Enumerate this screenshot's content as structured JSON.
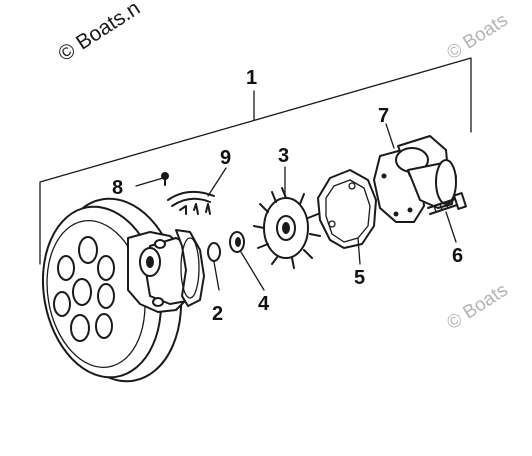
{
  "watermarks": {
    "top_left": "© Boats.n",
    "top_right": "© Boats",
    "bottom_right": "© Boats"
  },
  "callouts": {
    "c1": "1",
    "c2": "2",
    "c3": "3",
    "c4": "4",
    "c5": "5",
    "c6": "6",
    "c7": "7",
    "c8": "8",
    "c9": "9"
  },
  "colors": {
    "ink": "#1a1a1a",
    "watermark": "#b4b4b4",
    "background": "#ffffff"
  }
}
